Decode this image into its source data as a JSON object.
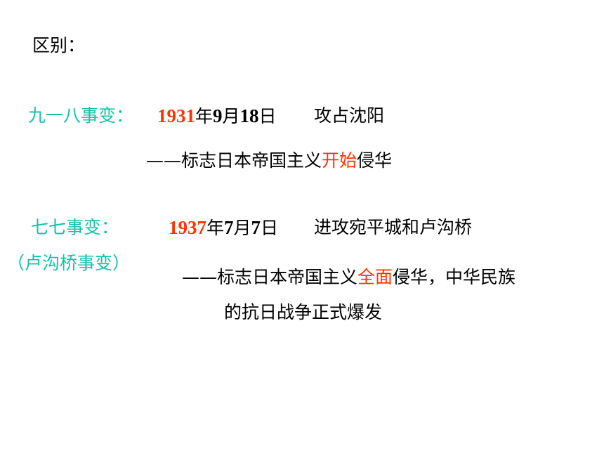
{
  "colors": {
    "text": "#000000",
    "highlight": "#ff3300",
    "event_name": "#16c0a8"
  },
  "heading": "区别：",
  "incident_918": {
    "name": "九一八事变：",
    "year": "1931",
    "date_rest_1": "年",
    "month": "9",
    "date_rest_2": "月",
    "day": "18",
    "date_rest_3": "日",
    "action": "攻占沈阳",
    "note_prefix": "——标志日本帝国主义",
    "note_highlight": "开始",
    "note_suffix": "侵华"
  },
  "incident_77": {
    "name": "七七事变：",
    "alias": "（卢沟桥事变）",
    "year": "1937",
    "date_rest_1": "年",
    "month": "7",
    "date_rest_2": "月",
    "day": "7",
    "date_rest_3": "日",
    "action": "进攻宛平城和卢沟桥",
    "note_prefix": "——标志日本帝国主义",
    "note_highlight": "全面",
    "note_suffix": "侵华，中华民族",
    "note_line2": "的抗日战争正式爆发"
  }
}
